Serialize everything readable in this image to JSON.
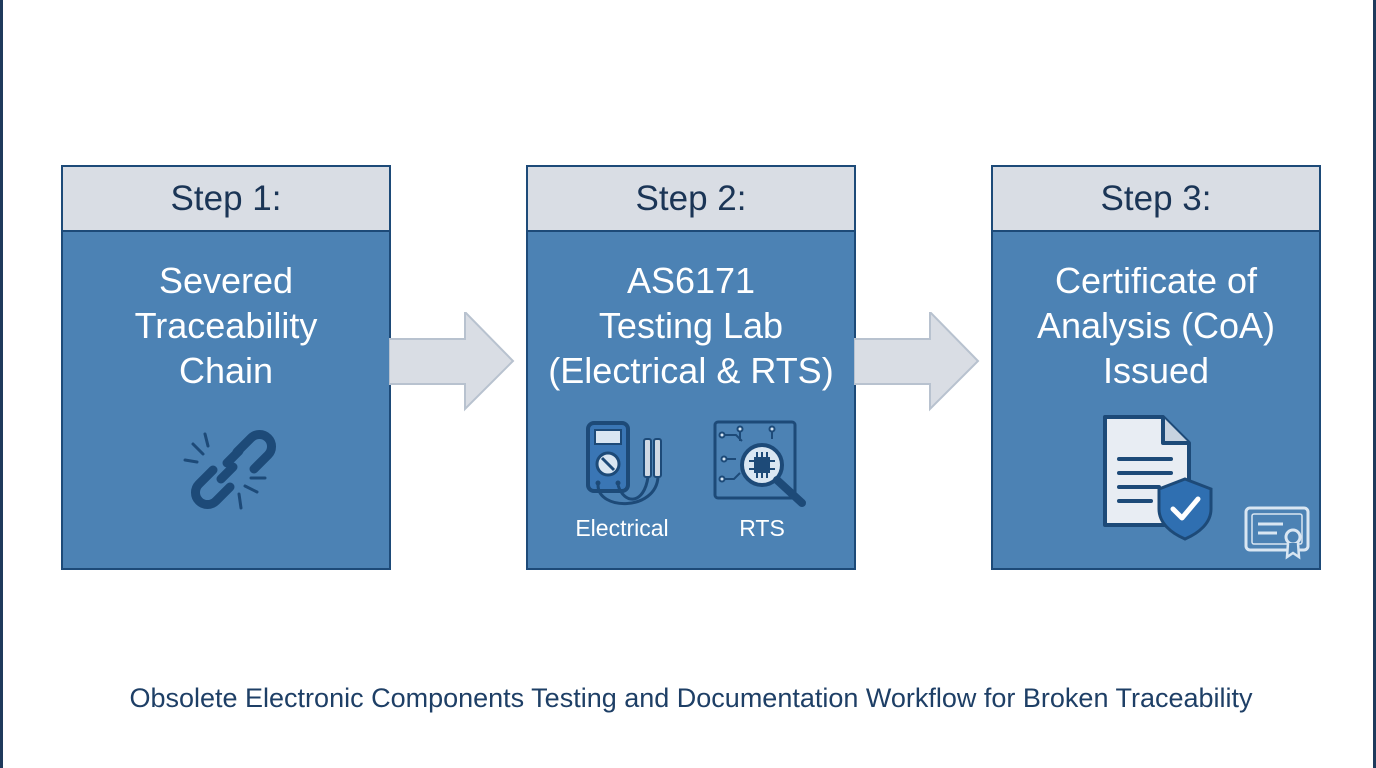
{
  "steps": [
    {
      "header": "Step 1:",
      "title": "Severed\nTraceability\nChain"
    },
    {
      "header": "Step 2:",
      "title": "AS6171\nTesting Lab\n(Electrical & RTS)",
      "icons": [
        {
          "icon": "multimeter-icon",
          "label": "Electrical"
        },
        {
          "icon": "chip-inspection-icon",
          "label": "RTS"
        }
      ]
    },
    {
      "header": "Step 3:",
      "title": "Certificate of\nAnalysis (CoA)\nIssued"
    }
  ],
  "caption": "Obsolete Electronic Components Testing and Documentation Workflow for Broken Traceability",
  "colors": {
    "box_fill": "#4c82b4",
    "header_fill": "#d9dde4",
    "border": "#1d4a78",
    "arrow_fill": "#d9dde4",
    "icon_dark": "#1d4a78",
    "caption_text": "#1e3f66"
  }
}
